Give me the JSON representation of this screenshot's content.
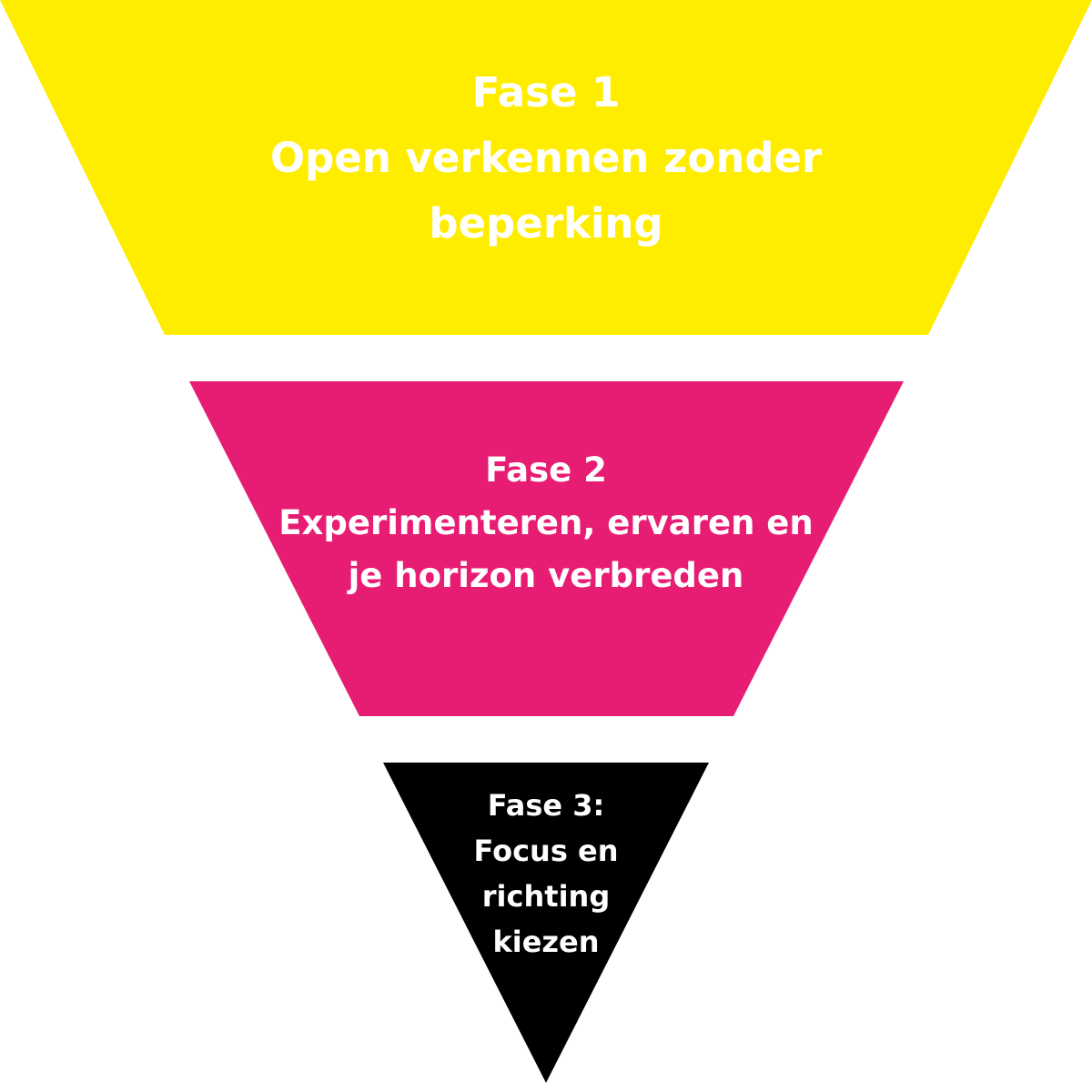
{
  "colors": {
    "phase1": "#FFED00",
    "phase2": "#E71D73",
    "phase3": "#000000",
    "text": "#FFFFFF"
  },
  "phases": [
    {
      "lines": [
        "Fase 1",
        "Open verkennen zonder",
        "beperking"
      ]
    },
    {
      "lines": [
        "Fase 2",
        "Experimenteren, ervaren en",
        "je horizon verbreden"
      ]
    },
    {
      "lines": [
        "Fase 3:",
        "Focus en",
        "richting",
        "kiezen"
      ]
    }
  ]
}
